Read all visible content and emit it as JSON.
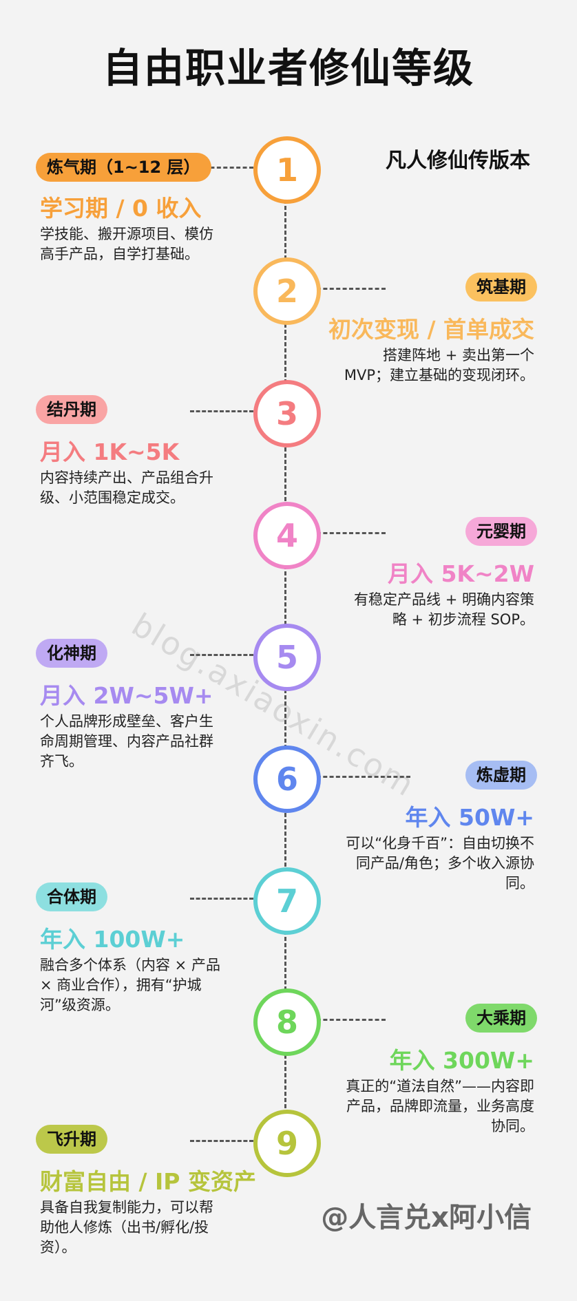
{
  "title": "自由职业者修仙等级",
  "subtitle": "凡人修仙传版本",
  "signature": "@人言兑x阿小信",
  "watermark": "blog.axiaoxin.com",
  "stages": [
    {
      "num": "1",
      "badge": "炼气期（1~12 层）",
      "head": "学习期 / 0 收入",
      "desc": "学技能、搬开源项目、模仿高手产品，自学打基础。",
      "color": "#f7a03a",
      "badge_bg": "#f7a03a"
    },
    {
      "num": "2",
      "badge": "筑基期",
      "head": "初次变现 / 首单成交",
      "desc": "搭建阵地 + 卖出第一个 MVP；建立基础的变现闭环。",
      "color": "#f9b85b",
      "badge_bg": "#fbc15f"
    },
    {
      "num": "3",
      "badge": "结丹期",
      "head": "月入 1K~5K",
      "desc": "内容持续产出、产品组合升级、小范围稳定成交。",
      "color": "#f47c80",
      "badge_bg": "#f9a4a4"
    },
    {
      "num": "4",
      "badge": "元婴期",
      "head": "月入 5K~2W",
      "desc": "有稳定产品线 + 明确内容策略 + 初步流程 SOP。",
      "color": "#f083c6",
      "badge_bg": "#f6a8d8"
    },
    {
      "num": "5",
      "badge": "化神期",
      "head": "月入 2W~5W+",
      "desc": "个人品牌形成壁垒、客户生命周期管理、内容产品社群齐飞。",
      "color": "#a68af0",
      "badge_bg": "#bfa9f3"
    },
    {
      "num": "6",
      "badge": "炼虚期",
      "head": "年入 50W+",
      "desc": "可以“化身千百”：自由切换不同产品/角色；多个收入源协同。",
      "color": "#5f86ee",
      "badge_bg": "#a6bdf3"
    },
    {
      "num": "7",
      "badge": "合体期",
      "head": "年入 100W+",
      "desc": "融合多个体系（内容 × 产品 × 商业合作），拥有“护城河”级资源。",
      "color": "#5ccfd4",
      "badge_bg": "#8ddfe0"
    },
    {
      "num": "8",
      "badge": "大乘期",
      "head": "年入 300W+",
      "desc": "真正的“道法自然”——内容即产品，品牌即流量，业务高度协同。",
      "color": "#6ed65b",
      "badge_bg": "#7fd96b"
    },
    {
      "num": "9",
      "badge": "飞升期",
      "head": "财富自由 / IP 变资产",
      "desc": "具备自我复制能力，可以帮助他人修炼（出书/孵化/投资）。",
      "color": "#b6c43c",
      "badge_bg": "#bcc84a"
    }
  ]
}
